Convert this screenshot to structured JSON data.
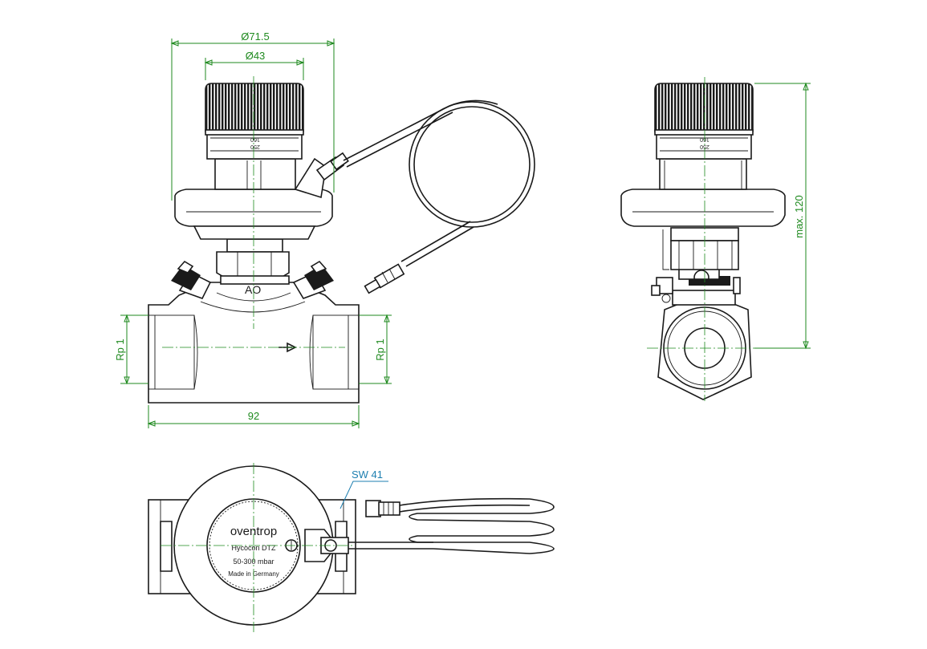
{
  "dimensions": {
    "dia_outer": "Ø71.5",
    "dia_inner": "Ø43",
    "length": "92",
    "height": "max. 120",
    "thread_left": "Rp 1",
    "thread_right": "Rp 1",
    "wrench_size": "SW 41"
  },
  "markings": {
    "scale_front": [
      "250",
      "160"
    ],
    "scale_side": [
      "250",
      "160"
    ],
    "body_mark": "AO"
  },
  "cap_label": {
    "brand": "oventrop",
    "model": "Hycocon DTZ",
    "range": "50-300 mbar",
    "origin": "Made in Germany"
  },
  "colors": {
    "dimension": "#1f8a1f",
    "callout": "#1e7fb0",
    "outline": "#1a1a1a"
  }
}
